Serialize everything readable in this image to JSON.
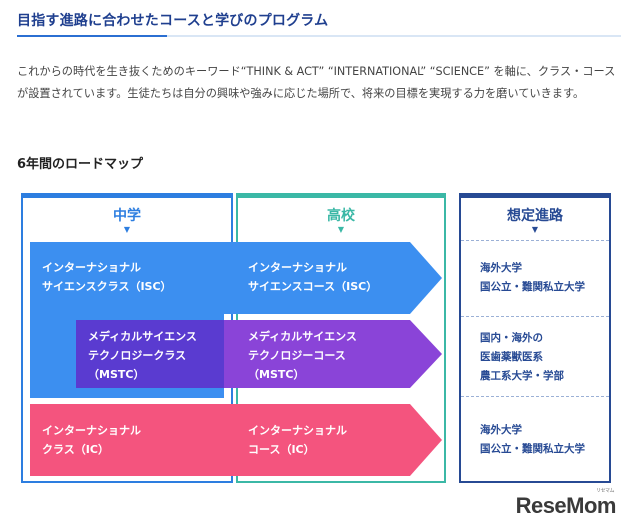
{
  "section_title": "目指す進路に合わせたコースと学びのプログラム",
  "intro": "これからの時代を生き抜くためのキーワード“THINK & ACT” “INTERNATIONAL” “SCIENCE” を軸に、クラス・コースが設置されています。生徒たちは自分の興味や強みに応じた場所で、将来の目標を実現する力を磨いていきます。",
  "roadmap_title": "6年間のロードマップ",
  "columns": {
    "jhs": {
      "label": "中学",
      "color": "#2d7ee0"
    },
    "shs": {
      "label": "高校",
      "color": "#3bb8a6"
    },
    "career": {
      "label": "想定進路",
      "color": "#274a94"
    }
  },
  "bands": {
    "isc": {
      "color": "#3c8ff0",
      "jhs_lines": [
        "インターナショナル",
        "サイエンスクラス（ISC）"
      ],
      "shs_lines": [
        "インターナショナル",
        "サイエンスコース（ISC）"
      ]
    },
    "mstc": {
      "color": "#5a3bd0",
      "jhs_lines": [
        "メディカルサイエンス",
        "テクノロジークラス",
        "（MSTC）"
      ],
      "shs_lines": [
        "メディカルサイエンス",
        "テクノロジーコース",
        "（MSTC）"
      ]
    },
    "ic": {
      "color": "#f4547e",
      "jhs_lines": [
        "インターナショナル",
        "クラス（IC）"
      ],
      "shs_lines": [
        "インターナショナル",
        "コース（IC）"
      ]
    }
  },
  "careers": {
    "isc": [
      "海外大学",
      "国公立・難関私立大学"
    ],
    "mstc": [
      "国内・海外の",
      "医歯薬獣医系",
      "農工系大学・学部"
    ],
    "ic": [
      "海外大学",
      "国公立・難関私立大学"
    ]
  },
  "watermark": {
    "text": "ReseMom",
    "ruby": "リセマム"
  }
}
